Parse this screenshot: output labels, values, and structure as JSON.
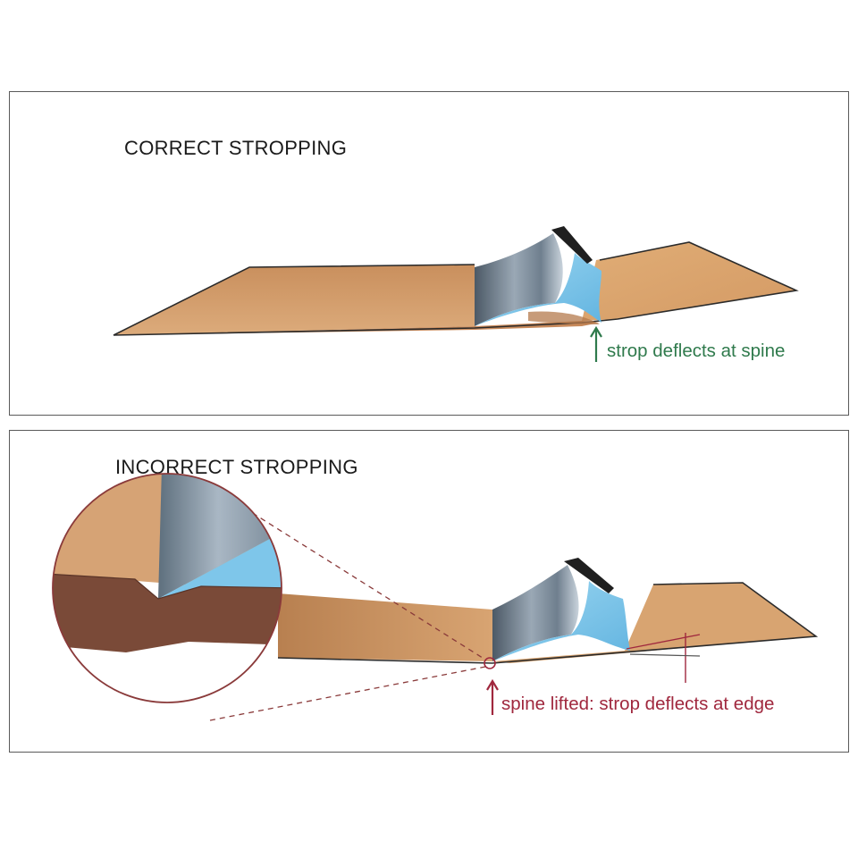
{
  "panels": {
    "correct": {
      "title": "CORRECT STROPPING",
      "annotation": "strop deflects at spine",
      "annotation_color": "#2f7a4c"
    },
    "incorrect": {
      "title": "INCORRECT STROPPING",
      "annotation": "spine lifted: strop deflects at edge",
      "annotation_color": "#a0283e"
    }
  },
  "colors": {
    "strop": "#d6a06c",
    "strop_dark": "#7a4a38",
    "blade_steel": "#7f8e9c",
    "blade_bevel": "#79c3e8",
    "outline": "#2b2b2b"
  }
}
